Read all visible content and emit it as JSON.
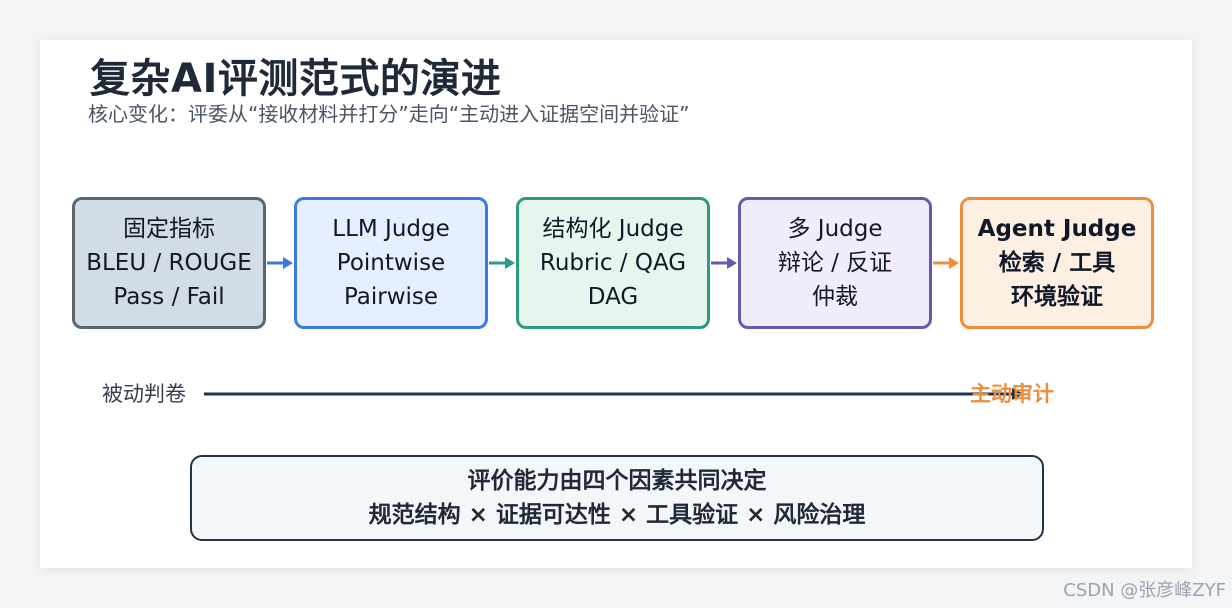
{
  "title": "复杂AI评测范式的演进",
  "subtitle": "核心变化：评委从“接收材料并打分”走向“主动进入证据空间并验证”",
  "stages": [
    {
      "lines": [
        "固定指标",
        "BLEU / ROUGE",
        "Pass / Fail"
      ],
      "border": "#5b6670",
      "fill": "#d1dce5"
    },
    {
      "lines": [
        "LLM Judge",
        "Pointwise",
        "Pairwise"
      ],
      "border": "#3b7be0",
      "fill": "#e6efff"
    },
    {
      "lines": [
        "结构化 Judge",
        "Rubric / QAG",
        "DAG"
      ],
      "border": "#2f9a82",
      "fill": "#e7f5ef"
    },
    {
      "lines": [
        "多 Judge",
        "辩论 / 反证",
        "仲裁"
      ],
      "border": "#6a58b0",
      "fill": "#f1ecfb"
    },
    {
      "lines": [
        "Agent Judge",
        "检索 / 工具",
        "环境验证"
      ],
      "border": "#ee8d3c",
      "fill": "#fdf0e2"
    }
  ],
  "axis": {
    "left_label": "被动判卷",
    "right_label": "主动审计",
    "line_color": "#1f3447",
    "accent_color": "#ee8d3c"
  },
  "summary": {
    "line1": "评价能力由四个因素共同决定",
    "line2": "规范结构 × 证据可达性 × 工具验证 × 风险治理"
  },
  "watermark": "CSDN @张彦峰ZYF"
}
